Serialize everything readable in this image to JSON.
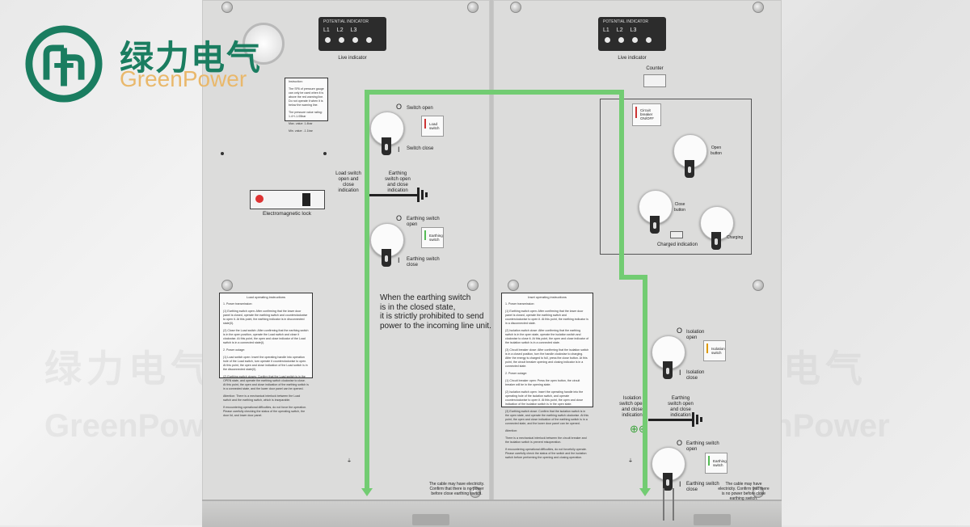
{
  "brand": {
    "name_cn": "绿力电气",
    "name_en": "GreenPower",
    "colors": {
      "green": "#1a7d60",
      "gold": "#e9b86b"
    }
  },
  "watermark": {
    "cn": "绿力电气",
    "en": "GreenPower"
  },
  "left_panel": {
    "live_indicator": {
      "header": "POTENTIAL INDICATOR",
      "phases": [
        "L1",
        "L2",
        "L3"
      ],
      "label": "Live indicator"
    },
    "instruction_box": [
      "Instruction:",
      "The SF6 of pressure gauge can only be used when it is above the red warning line. Do not operate it when it is below the warning line.",
      "The pressure value rating: 1.4+/-1.05bar",
      "Max. value: 1.4bar",
      "Min. value: -1.1bar"
    ],
    "electromagnetic_lock": "Electromagnetic lock",
    "load_switch": {
      "open": "Switch open",
      "close": "Switch close",
      "tag": "Load switch",
      "pos_open": "O",
      "pos_close": "I"
    },
    "load_indication": "Load switch open and close indication",
    "earthing_indication": "Earthing switch open and close indication",
    "earthing_switch": {
      "open": "Earthing switch open",
      "close": "Earthing switch close",
      "tag": "Earthing switch",
      "pos_open": "O",
      "pos_close": "I"
    },
    "instructions_title": "Load operating instructions",
    "instructions_body": [
      "1. Power transmission:",
      "(1) Earthing switch open: After confirming that the lower door panel is closed, operate the earthing switch and counterclockwise to open it. At this point, the earthing indicator is in disconnected state(0).",
      "(2) Close the Load switch: After confirming that the earthing switch is in the open position, operate the Load switch and close it clockwise. At this point, the open and close indicator of the Load switch is in a connected state(I).",
      "2. Power outage:",
      "(1) Load switch open: Insert the operating handle into operation hole of the Load switch, turn operate it counterclockwise to open. At this point, the open and close indication of the Load switch is in the disconnected state(0).",
      "(2) Earthing switch closes: Confirm that the Load switch is in the OPEN state, and operate the earthing switch clockwise to close. At this point, the open and close indication of the earthing switch is in a connected state, and the lower door panel can be opened.",
      "Attention: There is a mechanical interlock between the Load switch and the earthing switch, which is inseparable.",
      "If encountering operational difficulties, do not force the operation. Please carefully checking the status of the operating switch, the door lid, and lower door panel."
    ],
    "warning": [
      "When the earthing switch",
      "is in the closed state,",
      "it is strictly prohibited to send",
      "power to the incoming line unit."
    ],
    "cable_notice": "The cable may have electricity. Confirm that there is no power before close earthing switch."
  },
  "right_panel": {
    "live_indicator": {
      "header": "POTENTIAL INDICATOR",
      "phases": [
        "L1",
        "L2",
        "L3"
      ],
      "label": "Live indicator"
    },
    "counter": "Counter",
    "breaker_tag": "Circuit breaker ON/OFF",
    "open_button": "Open button",
    "close_button": "Close button",
    "charging": "Charging",
    "charged_indication": "Charged indication",
    "instructions_title": "Inset operating instructions",
    "instructions_body": [
      "1. Power transmission:",
      "(1) Earthing switch open: After confirming that the lower door panel is closed, operate the earthing switch and counterclockwise to open it. At this point, the earthing indicator is in a disconnected state.",
      "(2) Isolation switch close: After confirming that the earthing switch is in the open state, operate the isolation switch and clockwise to close it. At this point, the open and close indicator of the isolation switch is in a connected state.",
      "(3) Circuit breaker close: After confirming that the isolation switch is in a closed position, turn the handle clockwise to charging. After the energy is charged to full, press the close button. At this point, the circuit breaker opening and closing indicator is in a connected state.",
      "2. Power outage:",
      "(1) Circuit breaker open: Press the open button, the circuit breaker will be in the opening state.",
      "(2) Isolation switch open: Insert the operating handle into the operating hole of the isolation switch, and operate counterclockwise to open it. At this point, the open and close indication of the isolation switch is in the open state.",
      "(3) Earthing switch close: Confirm that the isolation switch is in the open state, and operate the earthing switch clockwise. At this point, the open and close indication of the earthing switch is in a connected state, and the lower door panel can be opened.",
      "Attention:",
      "There is a mechanical interlock between the circuit breaker and the isolation switch is prevent misoperation.",
      "If encountering operational difficulties, do not forcefully operate. Please carefully check the status of the switch and the isolation switch before performing the opening and closing operation."
    ],
    "isolation_switch": {
      "open": "Isolation open",
      "close": "Isolation close",
      "tag": "Isolation switch",
      "pos_open": "O",
      "pos_close": "I"
    },
    "isolation_indication": "Isolation switch open and close indication",
    "earthing_indication": "Earthing switch open and close indication",
    "earthing_switch": {
      "open": "Earthing switch open",
      "close": "Earthing switch close",
      "tag": "Earthing switch",
      "pos_open": "O",
      "pos_close": "I"
    },
    "cable_notice": "The cable may have electricity. Confirm that there is no power before close earthing switch."
  }
}
